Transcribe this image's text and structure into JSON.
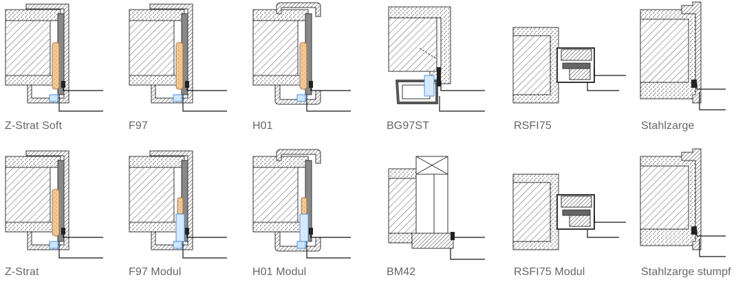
{
  "profiles": [
    {
      "key": "z-strat-soft",
      "label": "Z-Strat Soft",
      "kind": "z"
    },
    {
      "key": "f97",
      "label": "F97",
      "kind": "z"
    },
    {
      "key": "h01",
      "label": "H01",
      "kind": "h"
    },
    {
      "key": "bg97st",
      "label": "BG97ST",
      "kind": "bg"
    },
    {
      "key": "rsfi75",
      "label": "RSFI75",
      "kind": "rs"
    },
    {
      "key": "stahlzarge",
      "label": "Stahlzarge",
      "kind": "st"
    },
    {
      "key": "z-strat",
      "label": "Z-Strat",
      "kind": "z"
    },
    {
      "key": "f97-modul",
      "label": "F97 Modul",
      "kind": "zm"
    },
    {
      "key": "h01-modul",
      "label": "H01 Modul",
      "kind": "hm"
    },
    {
      "key": "bm42",
      "label": "BM42",
      "kind": "bm"
    },
    {
      "key": "rsfi75-modul",
      "label": "RSFI75 Modul",
      "kind": "rs"
    },
    {
      "key": "stahlzarge-stumpf",
      "label": "Stahlzarge stumpf",
      "kind": "st"
    }
  ],
  "colors": {
    "seal": "#f2c89a",
    "glass": "#4a90d9",
    "frame": "#444444",
    "text": "#666666"
  }
}
